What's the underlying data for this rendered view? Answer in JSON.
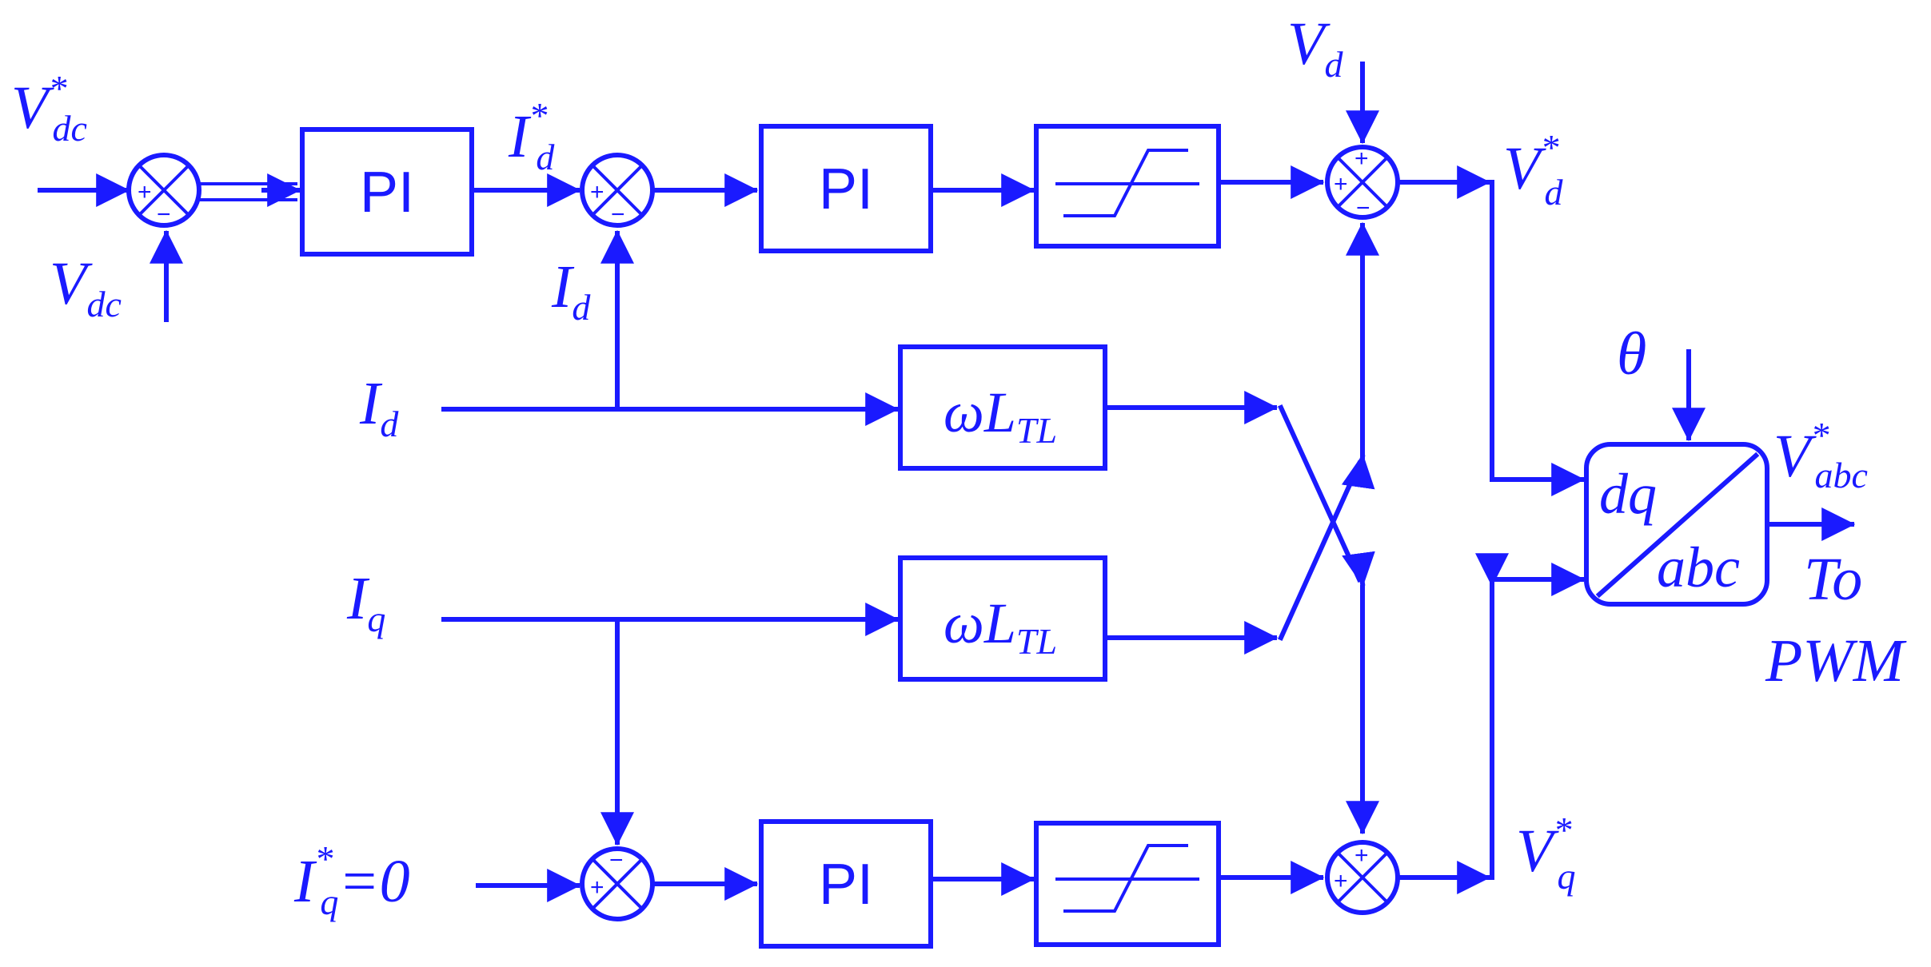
{
  "colors": {
    "line": "#1a1aff",
    "background": "#ffffff"
  },
  "blocks": {
    "pi_1": "PI",
    "pi_2": "PI",
    "pi_3": "PI",
    "wl_1": {
      "main": "ωL",
      "sub": "TL"
    },
    "wl_2": {
      "main": "ωL",
      "sub": "TL"
    },
    "transform": {
      "top": "dq",
      "bottom": "abc"
    }
  },
  "labels": {
    "vdc_ref": {
      "main": "V",
      "sup": "*",
      "sub": "dc"
    },
    "vdc_meas": {
      "main": "V",
      "sub": "dc"
    },
    "id_ref": {
      "main": "I",
      "sup": "*",
      "sub": "d"
    },
    "id_fb": {
      "main": "I",
      "sub": "d"
    },
    "id_in": {
      "main": "I",
      "sub": "d"
    },
    "iq_in": {
      "main": "I",
      "sub": "q"
    },
    "iq_ref": {
      "main": "I",
      "sup": "*",
      "sub": "q",
      "suffix": "=0"
    },
    "vd_in": {
      "main": "V",
      "sub": "d"
    },
    "vd_ref": {
      "main": "V",
      "sup": "*",
      "sub": "d"
    },
    "vq_ref": {
      "main": "V",
      "sup": "*",
      "sub": "q"
    },
    "theta": "θ",
    "vabc_ref": {
      "main": "V",
      "sup": "*",
      "sub": "abc"
    },
    "to_pwm_1": "To",
    "to_pwm_2": "PWM"
  },
  "signs": {
    "plus": "+",
    "minus": "−"
  }
}
